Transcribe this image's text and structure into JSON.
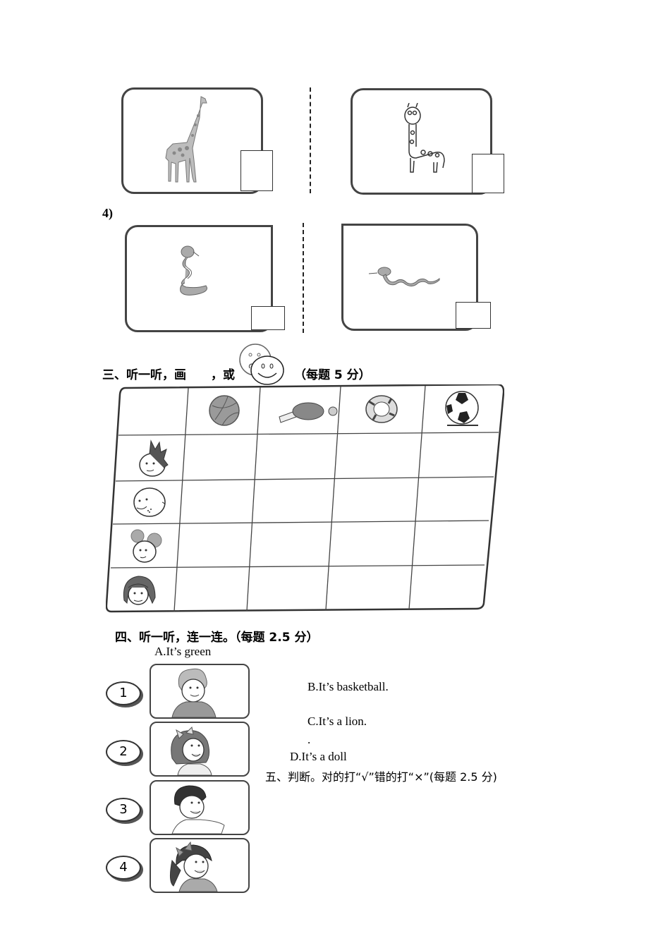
{
  "section_two_continued": {
    "question_3": {
      "left_image": "giraffe-photo-icon",
      "right_image": "giraffe-cartoon-icon"
    },
    "question_4": {
      "number_label": "4)",
      "left_image": "snake-coiled-icon",
      "right_image": "snake-slithering-icon"
    }
  },
  "section_three": {
    "heading_part1": "三、听一听，画",
    "heading_part2": "，或",
    "heading_score": "（每题 5 分）",
    "icons": [
      "sad-face-icon",
      "smiley-face-icon"
    ],
    "table": {
      "columns": [
        "",
        "basketball-icon",
        "ping-pong-icon",
        "swim-ring-icon",
        "soccer-ball-icon"
      ],
      "rows": [
        {
          "person": "spiky-hair-boy-icon",
          "cells": [
            "",
            "",
            "",
            ""
          ]
        },
        {
          "person": "bald-boy-icon",
          "cells": [
            "",
            "",
            "",
            ""
          ]
        },
        {
          "person": "bun-hair-girl-icon",
          "cells": [
            "",
            "",
            "",
            ""
          ]
        },
        {
          "person": "long-hair-girl-icon",
          "cells": [
            "",
            "",
            "",
            ""
          ]
        }
      ]
    }
  },
  "section_four": {
    "heading": "四、听一听，连一连。（每题 2.5 分）",
    "options": [
      {
        "label": "A.It’s green"
      },
      {
        "label": "B.It’s basketball."
      },
      {
        "label": "C.It’s a lion."
      },
      {
        "label": "."
      },
      {
        "label": "D.It’s a doll"
      }
    ],
    "pictures": [
      {
        "number": "1",
        "image": "curly-hair-boy-icon"
      },
      {
        "number": "2",
        "image": "girl-with-bow-icon"
      },
      {
        "number": "3",
        "image": "boy-short-hair-icon"
      },
      {
        "number": "4",
        "image": "girl-ponytail-icon"
      }
    ]
  },
  "section_five": {
    "heading": "五、判断。对的打“√”错的打“×”(每题 2.5 分)"
  }
}
